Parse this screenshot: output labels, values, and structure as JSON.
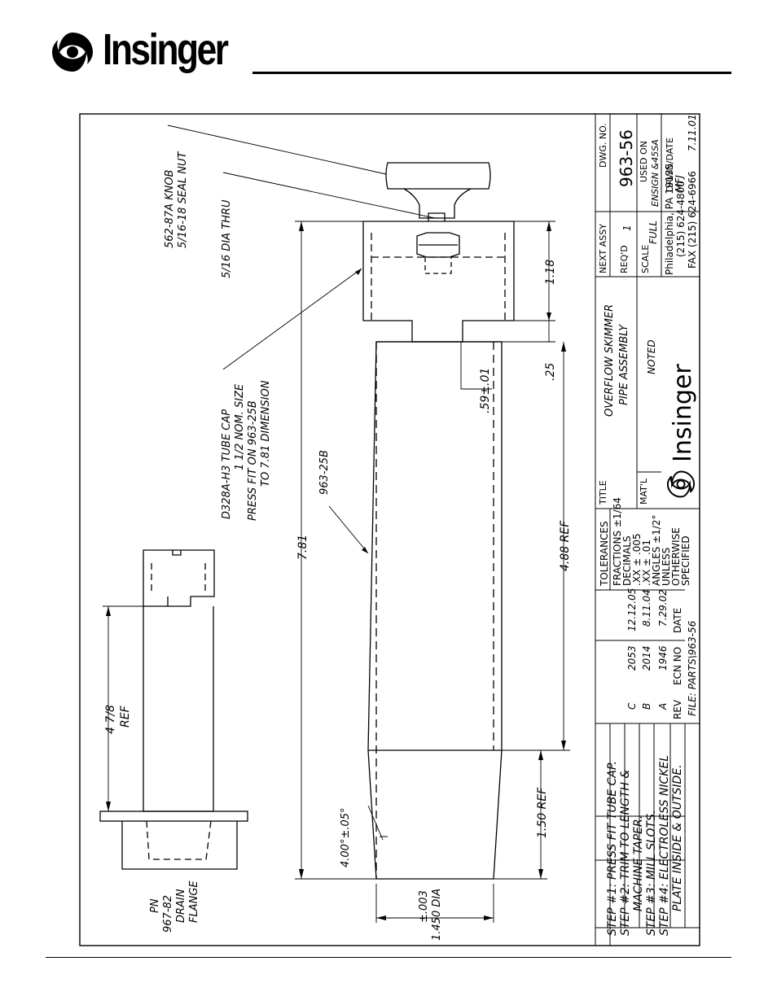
{
  "brand": {
    "name": "Insinger"
  },
  "labels": {
    "knob": [
      "562-87A KNOB",
      "5/16-18 SEAL NUT"
    ],
    "thru": [
      "5/16 DIA THRU"
    ],
    "cap": [
      "D328A-H3 TUBE CAP",
      "1 1/2 NOM. SIZE",
      "PRESS FIT ON 963-25B",
      "TO 7.81 DIMENSION"
    ],
    "pipe": [
      "963-25B"
    ],
    "flange": [
      "PN",
      "967-82",
      "DRAIN",
      "FLANGE"
    ],
    "steps": [
      "STEP #1:  PRESS FIT TUBE CAP.",
      "STEP #2:  TRIM TO LENGTH &",
      "MACHINE TAPER.",
      "STEP #3:  MILL SLOTS.",
      "STEP #4:  ELECTROLESS NICKEL",
      "PLATE INSIDE & OUTSIDE."
    ]
  },
  "dimensions": {
    "overall": "7.81",
    "cap_length": "1.18",
    "gap": ".25",
    "slot": ".59±.01",
    "pipe_len": "4.88 REF",
    "taper_len": "1.50 REF",
    "angle": "4.00°±.05°",
    "dia_tol": "±.003",
    "dia": "1.450 DIA",
    "flange_len": [
      "4 7/8",
      "REF"
    ]
  },
  "titleblock": {
    "rev_rows": [
      {
        "rev": "C",
        "ecn": "2053",
        "date": "12.12.05"
      },
      {
        "rev": "B",
        "ecn": "2014",
        "date": "8.11.04"
      },
      {
        "rev": "A",
        "ecn": "1946",
        "date": "7.29.02"
      }
    ],
    "rev_header": {
      "rev": "REV",
      "ecn": "ECN NO",
      "date": "DATE"
    },
    "file": "FILE: PARTS\\963-56",
    "tolerances": [
      "TOLERANCES",
      "FRACTIONS ±1/64",
      "DECIMALS",
      ".XX  ±  .005",
      ".XX  ±  .01",
      "ANGLES ±1/2°",
      "UNLESS",
      "OTHERWISE",
      "SPECIFIED"
    ],
    "title_label": "TITLE",
    "title": [
      "OVERFLOW SKIMMER",
      "PIPE ASSEMBLY"
    ],
    "matl_label": "MAT'L",
    "matl": "NOTED",
    "company": "Insinger",
    "address": [
      "Philadelphia, PA 19135",
      "(215) 624-4800",
      "FAX (215) 624-6966"
    ],
    "next_assy_label": "NEXT ASSY",
    "reqd_label": "REQ'D",
    "reqd": "1",
    "scale_label": "SCALE",
    "scale": "FULL",
    "dwg_label": "DWG. NO.",
    "dwg_no": "963-56",
    "used_on_label": "USED ON",
    "used_on": "ENSIGN &45SA",
    "drwn_label": "DRWN/DATE",
    "drwn": "MFJ",
    "drwn_date": "7.11.01"
  }
}
